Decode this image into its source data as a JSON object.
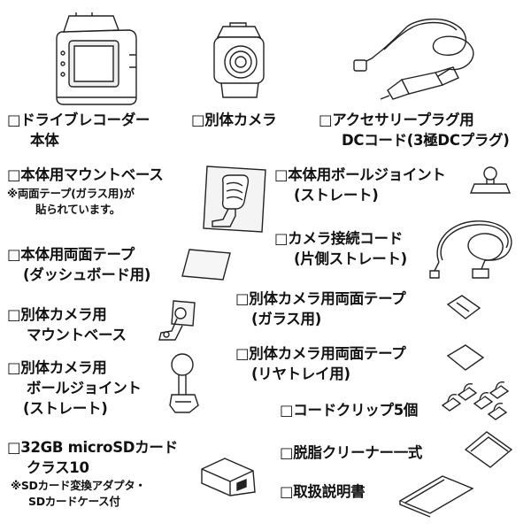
{
  "items": {
    "recorder": {
      "line1": "□ドライブレコーダー",
      "line2": "本体",
      "icon": "dashcam-icon"
    },
    "sub_camera": {
      "line1": "□別体カメラ",
      "icon": "sub-camera-icon"
    },
    "dc_cord": {
      "line1": "□アクセサリープラグ用",
      "line2": "DCコード(3極DCプラグ)",
      "icon": "dc-plug-cord-icon"
    },
    "main_mount": {
      "line1": "□本体用マウントベース",
      "icon": "mount-base-icon"
    },
    "main_mount_note": {
      "line1": "※両面テープ(ガラス用)が",
      "line2": "貼られています。"
    },
    "main_ball_joint": {
      "line1": "□本体用ボールジョイント",
      "line2": "(ストレート)",
      "icon": "ball-joint-icon"
    },
    "camera_cord": {
      "line1": "□カメラ接続コード",
      "line2": "(片側ストレート)",
      "icon": "camera-cable-icon"
    },
    "main_tape": {
      "line1": "□本体用両面テープ",
      "line2": "(ダッシュボード用)",
      "icon": "tape-icon"
    },
    "sub_tape_glass": {
      "line1": "□別体カメラ用両面テープ",
      "line2": "(ガラス用)",
      "icon": "tape-icon"
    },
    "sub_mount": {
      "line1": "□別体カメラ用",
      "line2": "マウントベース",
      "icon": "sub-mount-icon"
    },
    "sub_tape_rear": {
      "line1": "□別体カメラ用両面テープ",
      "line2": "(リヤトレイ用)",
      "icon": "tape-icon"
    },
    "sub_ball_joint": {
      "line1": "□別体カメラ用",
      "line2": "ボールジョイント",
      "line3": "(ストレート)",
      "icon": "ball-joint-icon"
    },
    "clips": {
      "line1": "□コードクリップ5個",
      "icon": "cord-clip-icon"
    },
    "sd_card": {
      "line1": "□32GB microSDカード",
      "line2": "クラス10",
      "icon": "sd-card-icon"
    },
    "sd_note": {
      "line1": "※SDカード変換アダプタ・",
      "line2": "SDカードケース付"
    },
    "cleaner": {
      "line1": "□脱脂クリーナー一式",
      "icon": "cleaner-pack-icon"
    },
    "manual": {
      "line1": "□取扱説明書",
      "icon": "manual-icon"
    }
  }
}
